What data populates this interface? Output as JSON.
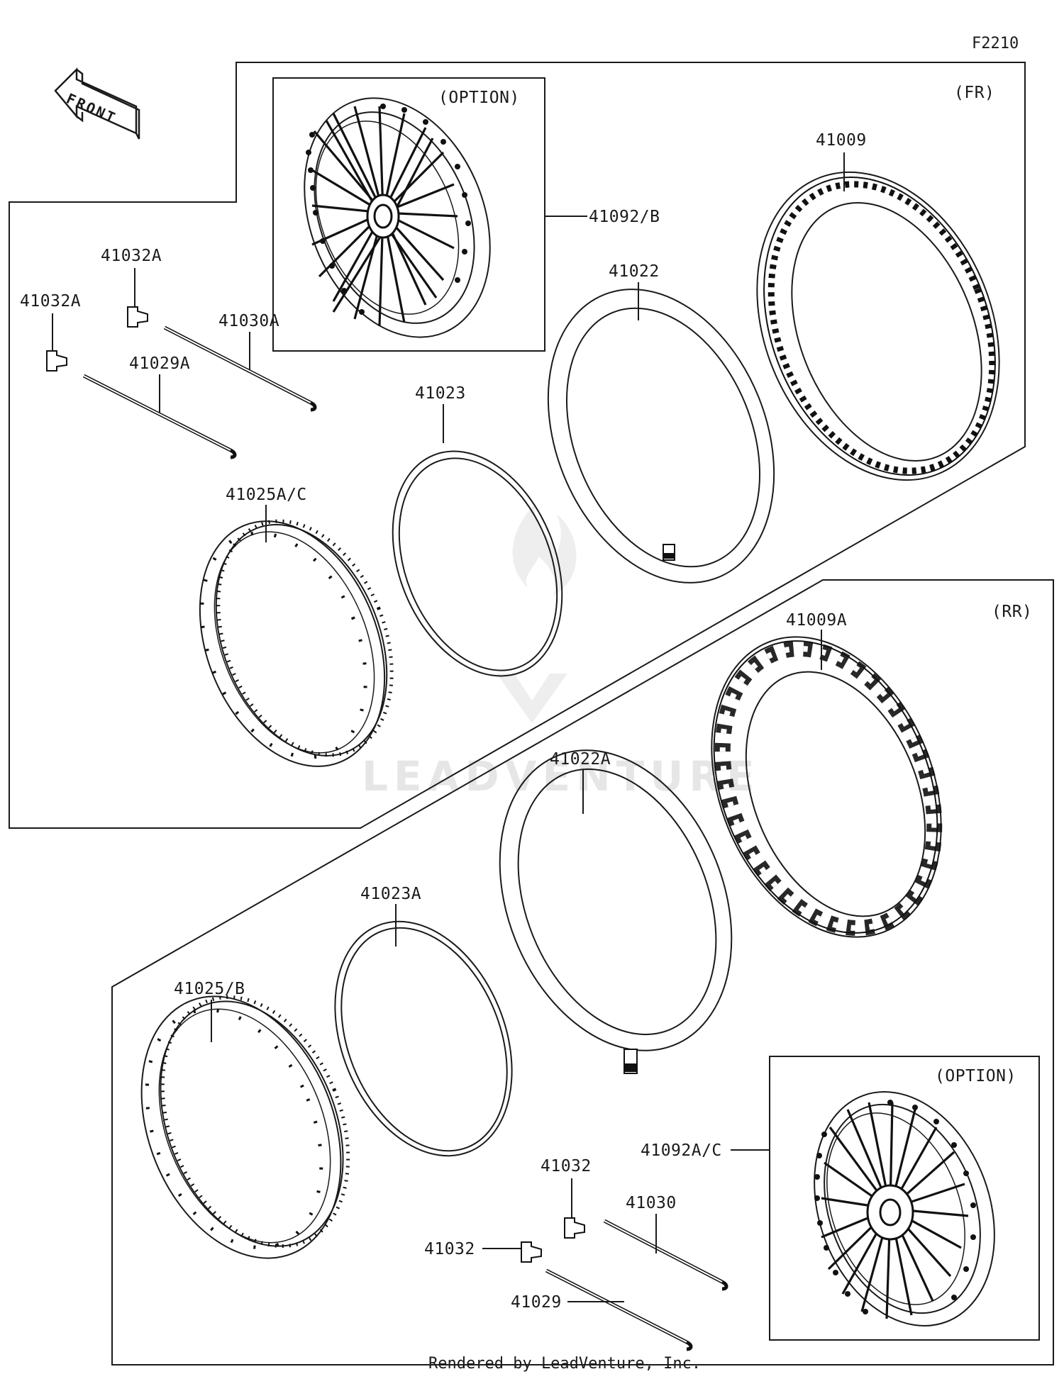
{
  "diagram_code": "F2210",
  "front_arrow_label": "FRONT",
  "front_section": {
    "label": "(FR)",
    "option_label": "(OPTION)",
    "parts": {
      "wheel_assy": "41092/B",
      "tire": "41009",
      "tube": "41022",
      "rim_band": "41023",
      "rim": "41025A/C",
      "nipple_upper": "41032A",
      "nipple_lower": "41032A",
      "spoke_outer": "41030A",
      "spoke_inner": "41029A"
    }
  },
  "rear_section": {
    "label": "(RR)",
    "option_label": "(OPTION)",
    "parts": {
      "tire": "41009A",
      "tube": "41022A",
      "rim_band": "41023A",
      "rim": "41025/B",
      "wheel_assy": "41092A/C",
      "nipple_upper": "41032",
      "nipple_lower": "41032",
      "spoke_outer": "41030",
      "spoke_inner": "41029"
    }
  },
  "watermark": "LEADVENTURE",
  "footer": "Rendered by LeadVenture, Inc."
}
